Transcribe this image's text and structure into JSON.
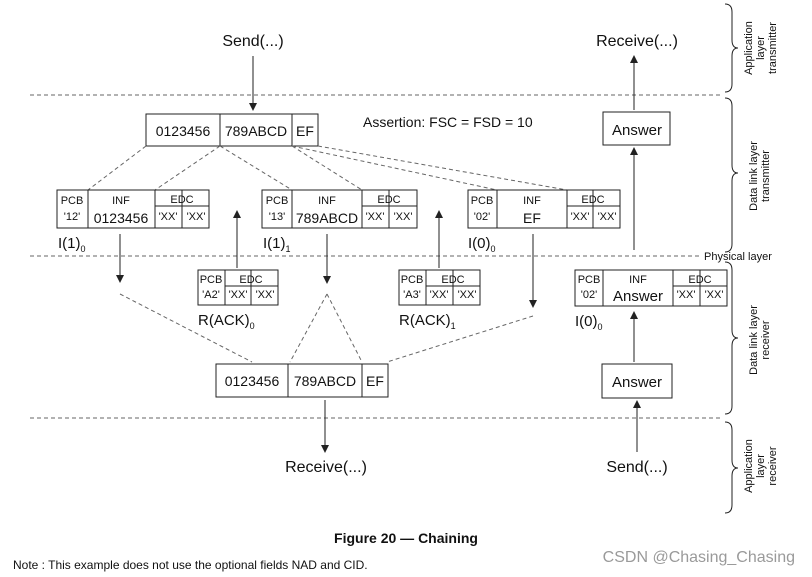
{
  "top": {
    "send": "Send(...)",
    "receive": "Receive(...)"
  },
  "bottom": {
    "receive": "Receive(...)",
    "send": "Send(...)"
  },
  "assertion": "Assertion: FSC = FSD = 10",
  "tx_frame": [
    "0123456",
    "789ABCD",
    "EF"
  ],
  "rx_frame": [
    "0123456",
    "789ABCD",
    "EF"
  ],
  "answer_tx": "Answer",
  "answer_rx": "Answer",
  "blocks": {
    "i1_0": {
      "pcb": "PCB",
      "pcb_val": "'12'",
      "inf": "INF",
      "inf_val": "0123456",
      "edc": "EDC",
      "edc_v1": "'XX'",
      "edc_v2": "'XX'",
      "label": "I(1)",
      "sub": "0"
    },
    "i1_1": {
      "pcb": "PCB",
      "pcb_val": "'13'",
      "inf": "INF",
      "inf_val": "789ABCD",
      "edc": "EDC",
      "edc_v1": "'XX'",
      "edc_v2": "'XX'",
      "label": "I(1)",
      "sub": "1"
    },
    "i0_0": {
      "pcb": "PCB",
      "pcb_val": "'02'",
      "inf": "INF",
      "inf_val": "EF",
      "edc": "EDC",
      "edc_v1": "'XX'",
      "edc_v2": "'XX'",
      "label": "I(0)",
      "sub": "0"
    },
    "rack_0": {
      "pcb": "PCB",
      "pcb_val": "'A2'",
      "edc": "EDC",
      "edc_v1": "'XX'",
      "edc_v2": "'XX'",
      "label": "R(ACK)",
      "sub": "0"
    },
    "rack_1": {
      "pcb": "PCB",
      "pcb_val": "'A3'",
      "edc": "EDC",
      "edc_v1": "'XX'",
      "edc_v2": "'XX'",
      "label": "R(ACK)",
      "sub": "1"
    },
    "i0_rx": {
      "pcb": "PCB",
      "pcb_val": "'02'",
      "inf": "INF",
      "inf_val": "Answer",
      "edc": "EDC",
      "edc_v1": "'XX'",
      "edc_v2": "'XX'",
      "label": "I(0)",
      "sub": "0"
    }
  },
  "layers": {
    "app_tx": [
      "Application",
      "layer",
      "transmitter"
    ],
    "dl_tx": [
      "Data link layer",
      "transmitter"
    ],
    "physical": "Physical layer",
    "dl_rx": [
      "Data link layer",
      "receiver"
    ],
    "app_rx": [
      "Application",
      "layer",
      "receiver"
    ]
  },
  "caption": "Figure 20 — Chaining",
  "note": "Note : This example does not use the optional fields NAD and CID.",
  "watermark": "CSDN @Chasing_Chasing"
}
